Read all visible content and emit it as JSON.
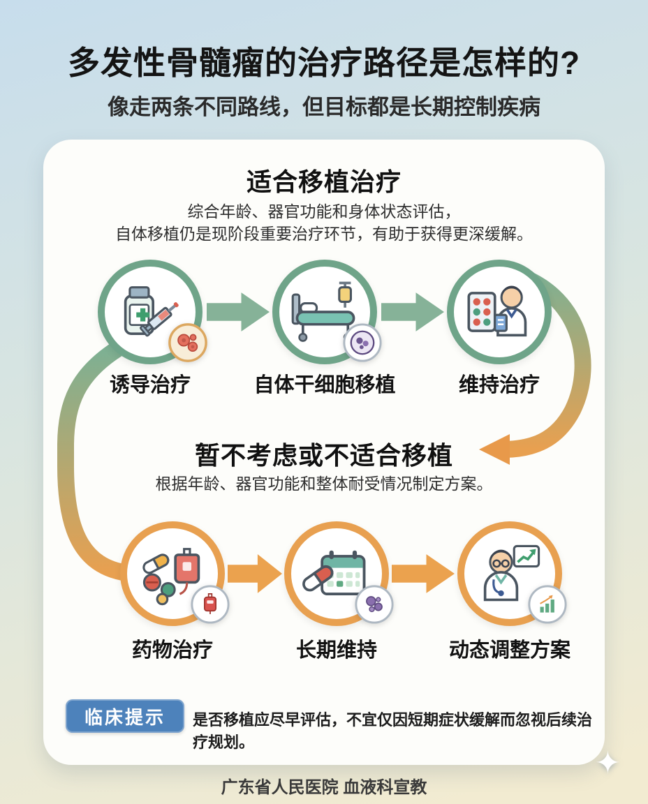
{
  "page": {
    "title": "多发性骨髓瘤的治疗路径是怎样的?",
    "subtitle": "像走两条不同路线，但目标都是长期控制疾病",
    "footer": "广东省人民医院 血液科宣教"
  },
  "transplant_path": {
    "title": "适合移植治疗",
    "desc_line1": "综合年龄、器官功能和身体状态评估，",
    "desc_line2": "自体移植仍是现阶段重要治疗环节，有助于获得更深缓解。",
    "accent_color": "#6fa489",
    "steps": [
      {
        "label": "诱导治疗",
        "icon": "medicine-bottle-syringe-icon",
        "badge_icon": "red-cells-badge-icon"
      },
      {
        "label": "自体干细胞移植",
        "icon": "hospital-bed-iv-icon",
        "badge_icon": "stem-cell-badge-icon"
      },
      {
        "label": "维持治疗",
        "icon": "doctor-blister-pack-icon"
      }
    ]
  },
  "non_transplant_path": {
    "title": "暂不考虑或不适合移植",
    "desc": "根据年龄、器官功能和整体耐受情况制定方案。",
    "accent_color": "#e8a050",
    "steps": [
      {
        "label": "药物治疗",
        "icon": "pills-iv-bag-icon",
        "badge_icon": "blood-bag-badge-icon"
      },
      {
        "label": "长期维持",
        "icon": "capsule-calendar-icon",
        "badge_icon": "purple-cells-badge-icon"
      },
      {
        "label": "动态调整方案",
        "icon": "doctor-chart-icon",
        "badge_icon": "bar-chart-badge-icon"
      }
    ]
  },
  "tip": {
    "badge": "临床提示",
    "badge_color": "#4d82bb",
    "text": "是否移植应尽早评估，不宜仅因短期症状缓解而忽视后续治疗规划。"
  },
  "decorations": {
    "sparkle": "✦"
  }
}
